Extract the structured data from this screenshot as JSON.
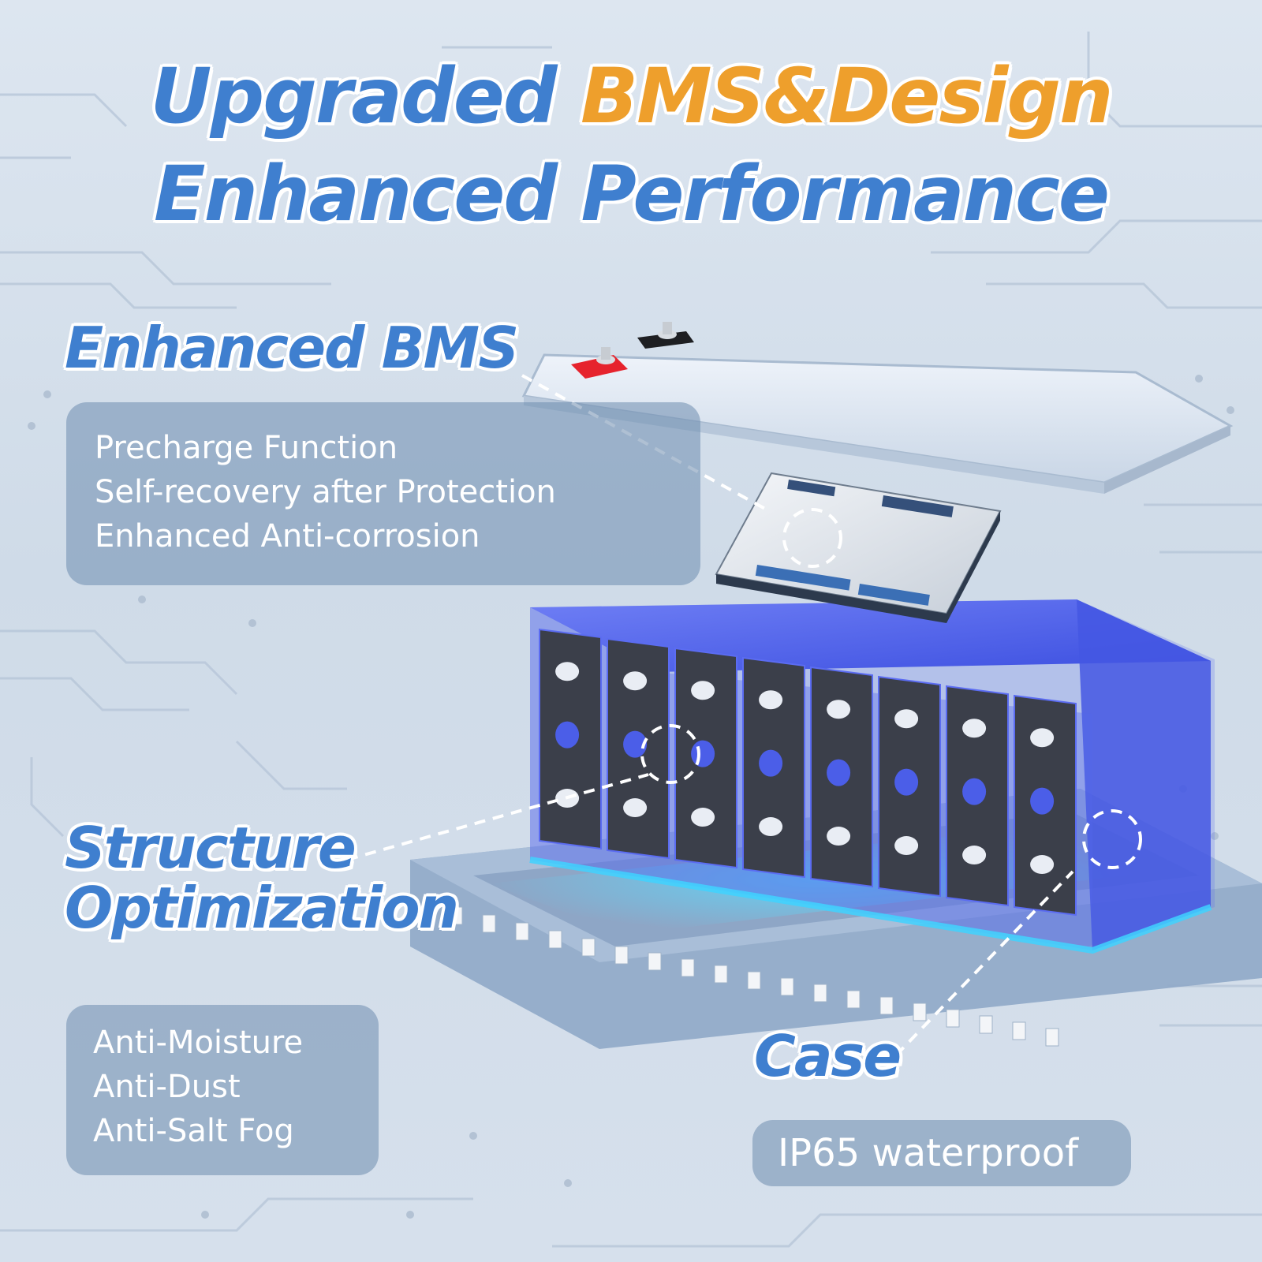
{
  "headline": {
    "line1_part1": "Upgraded ",
    "line1_part2": "BMS&Design",
    "line2": "Enhanced Performance"
  },
  "sections": {
    "bms": {
      "title": "Enhanced BMS",
      "features": [
        "Precharge Function",
        "Self-recovery after Protection",
        "Enhanced Anti-corrosion"
      ]
    },
    "structure": {
      "title_line1": "Structure",
      "title_line2": "Optimization",
      "features": [
        "Anti-Moisture",
        "Anti-Dust",
        "Anti-Salt Fog"
      ]
    },
    "case": {
      "title": "Case",
      "features": [
        "IP65 waterproof"
      ]
    }
  },
  "colors": {
    "headline_blue": "#3f7fcf",
    "headline_orange": "#ee9f2c",
    "panel_fill": "#6e8caf",
    "cell_blue": "#4b5ee8",
    "cell_dark": "#3b3f4a",
    "glow_cyan": "#3fd2ff",
    "background": "#d6e0ec"
  },
  "icons": [
    "positive-terminal-icon",
    "negative-terminal-icon",
    "callout-circle-icon"
  ]
}
